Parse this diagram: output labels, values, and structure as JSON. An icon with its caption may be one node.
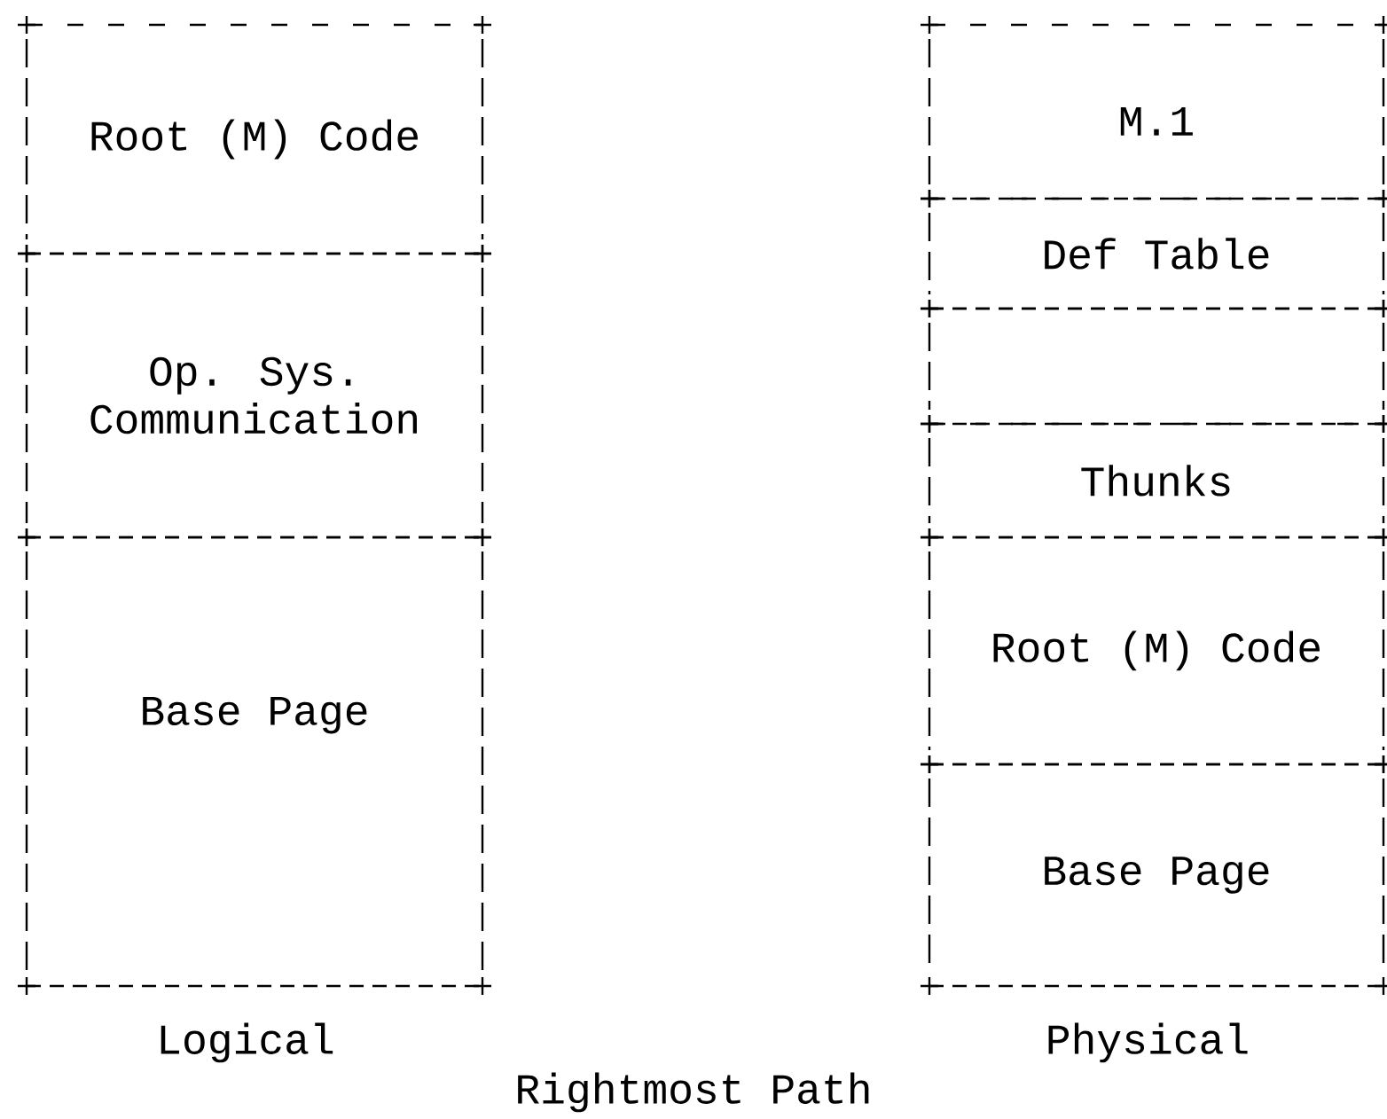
{
  "diagram": {
    "caption": "Rightmost Path",
    "nodes": [
      {
        "text": [
          "Root (M) Code"
        ]
      },
      {
        "text": [
          "Op. Sys. Communication"
        ]
      },
      {
        "text": [
          "Base Page"
        ],
        "beside": [
          "Logical"
        ]
      },
      {
        "text": [
          "M.1"
        ]
      },
      {
        "text": [
          "Def Table"
        ]
      },
      {
        "text": [],
        "shape": "box"
      },
      {
        "text": [
          "Thunks"
        ]
      },
      {
        "text": [
          "Root (M) Code"
        ]
      },
      {
        "text": [
          "Base Page"
        ],
        "beside": [
          "Physical"
        ]
      }
    ]
  }
}
